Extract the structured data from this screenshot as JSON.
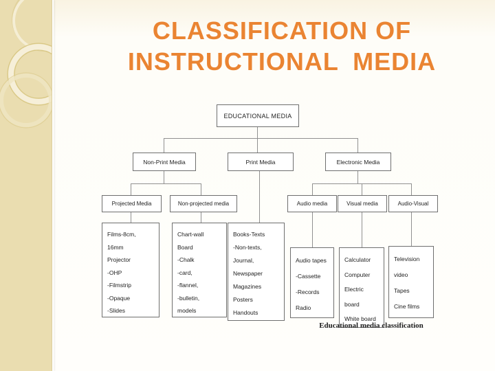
{
  "slide": {
    "title_line1": "CLASSIFICATION OF",
    "title_line2": "INSTRUCTIONAL MEDIA",
    "title_color": "#ea8432",
    "sidebar_color": "#eaddb0",
    "connector_color": "#909090",
    "box_border_color": "#6e6e6e"
  },
  "diagram": {
    "root": {
      "label": "EDUCATIONAL MEDIA"
    },
    "level1": [
      {
        "label": "Non-Print Media"
      },
      {
        "label": "Print Media"
      },
      {
        "label": "Electronic Media"
      }
    ],
    "level2": [
      {
        "label": "Projected Media"
      },
      {
        "label": "Non-projected media"
      },
      {
        "label": "Audio media"
      },
      {
        "label": "Visual media"
      },
      {
        "label": "Audio-Visual"
      }
    ],
    "leaves": {
      "projected": {
        "lines": [
          "Films-8cm,",
          "16mm",
          "Projector",
          "-OHP",
          "-Filmstrip",
          "-Opaque",
          "-Slides"
        ]
      },
      "non_projected": {
        "lines": [
          "Chart-wall",
          "Board",
          "-Chalk",
          "-card,",
          "-flannel,",
          "-bulletin,",
          "models"
        ]
      },
      "print": {
        "lines": [
          "Books-Texts",
          "-Non-texts,",
          "Journal,",
          "Newspaper",
          "Magazines",
          "Posters",
          "Handouts"
        ]
      },
      "audio": {
        "lines": [
          "Audio tapes",
          "-Cassette",
          "-Records",
          "Radio"
        ]
      },
      "visual": {
        "lines": [
          "Calculator",
          "Computer",
          "Electric",
          "board",
          "White board"
        ]
      },
      "audio_visual": {
        "lines": [
          "Television",
          "video",
          "Tapes",
          "Cine films"
        ]
      }
    },
    "caption": "Educational media classification"
  }
}
